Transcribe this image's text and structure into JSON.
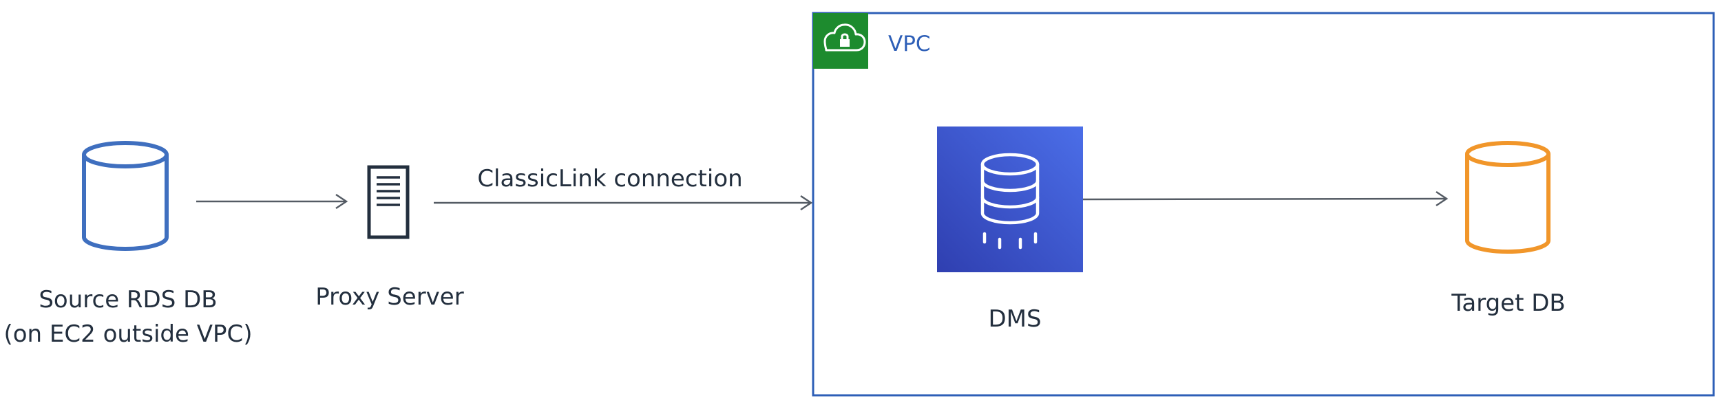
{
  "colors": {
    "background": "#ffffff",
    "text": "#232f3e",
    "arrow": "#545b64",
    "source_db": "#3f6fbf",
    "target_db": "#f1962a",
    "vpc_border": "#2e5fb7",
    "vpc_badge": "#1d8b2e",
    "dms_tile_top": "#4b6ee8",
    "dms_tile_bottom": "#2f3fb0"
  },
  "nodes": {
    "source_db": {
      "icon": "database-cylinder-icon",
      "label_line1": "Source RDS DB",
      "label_line2": "(on EC2 outside VPC)"
    },
    "proxy": {
      "icon": "server-icon",
      "label": "Proxy Server"
    },
    "dms": {
      "icon": "database-migration-service-icon",
      "label": "DMS"
    },
    "target_db": {
      "icon": "database-cylinder-icon",
      "label": "Target DB"
    }
  },
  "vpc": {
    "icon": "cloud-lock-icon",
    "label": "VPC"
  },
  "edges": {
    "source_to_proxy": {
      "label": ""
    },
    "proxy_to_vpc": {
      "label": "ClassicLink connection"
    },
    "dms_to_target": {
      "label": ""
    }
  }
}
